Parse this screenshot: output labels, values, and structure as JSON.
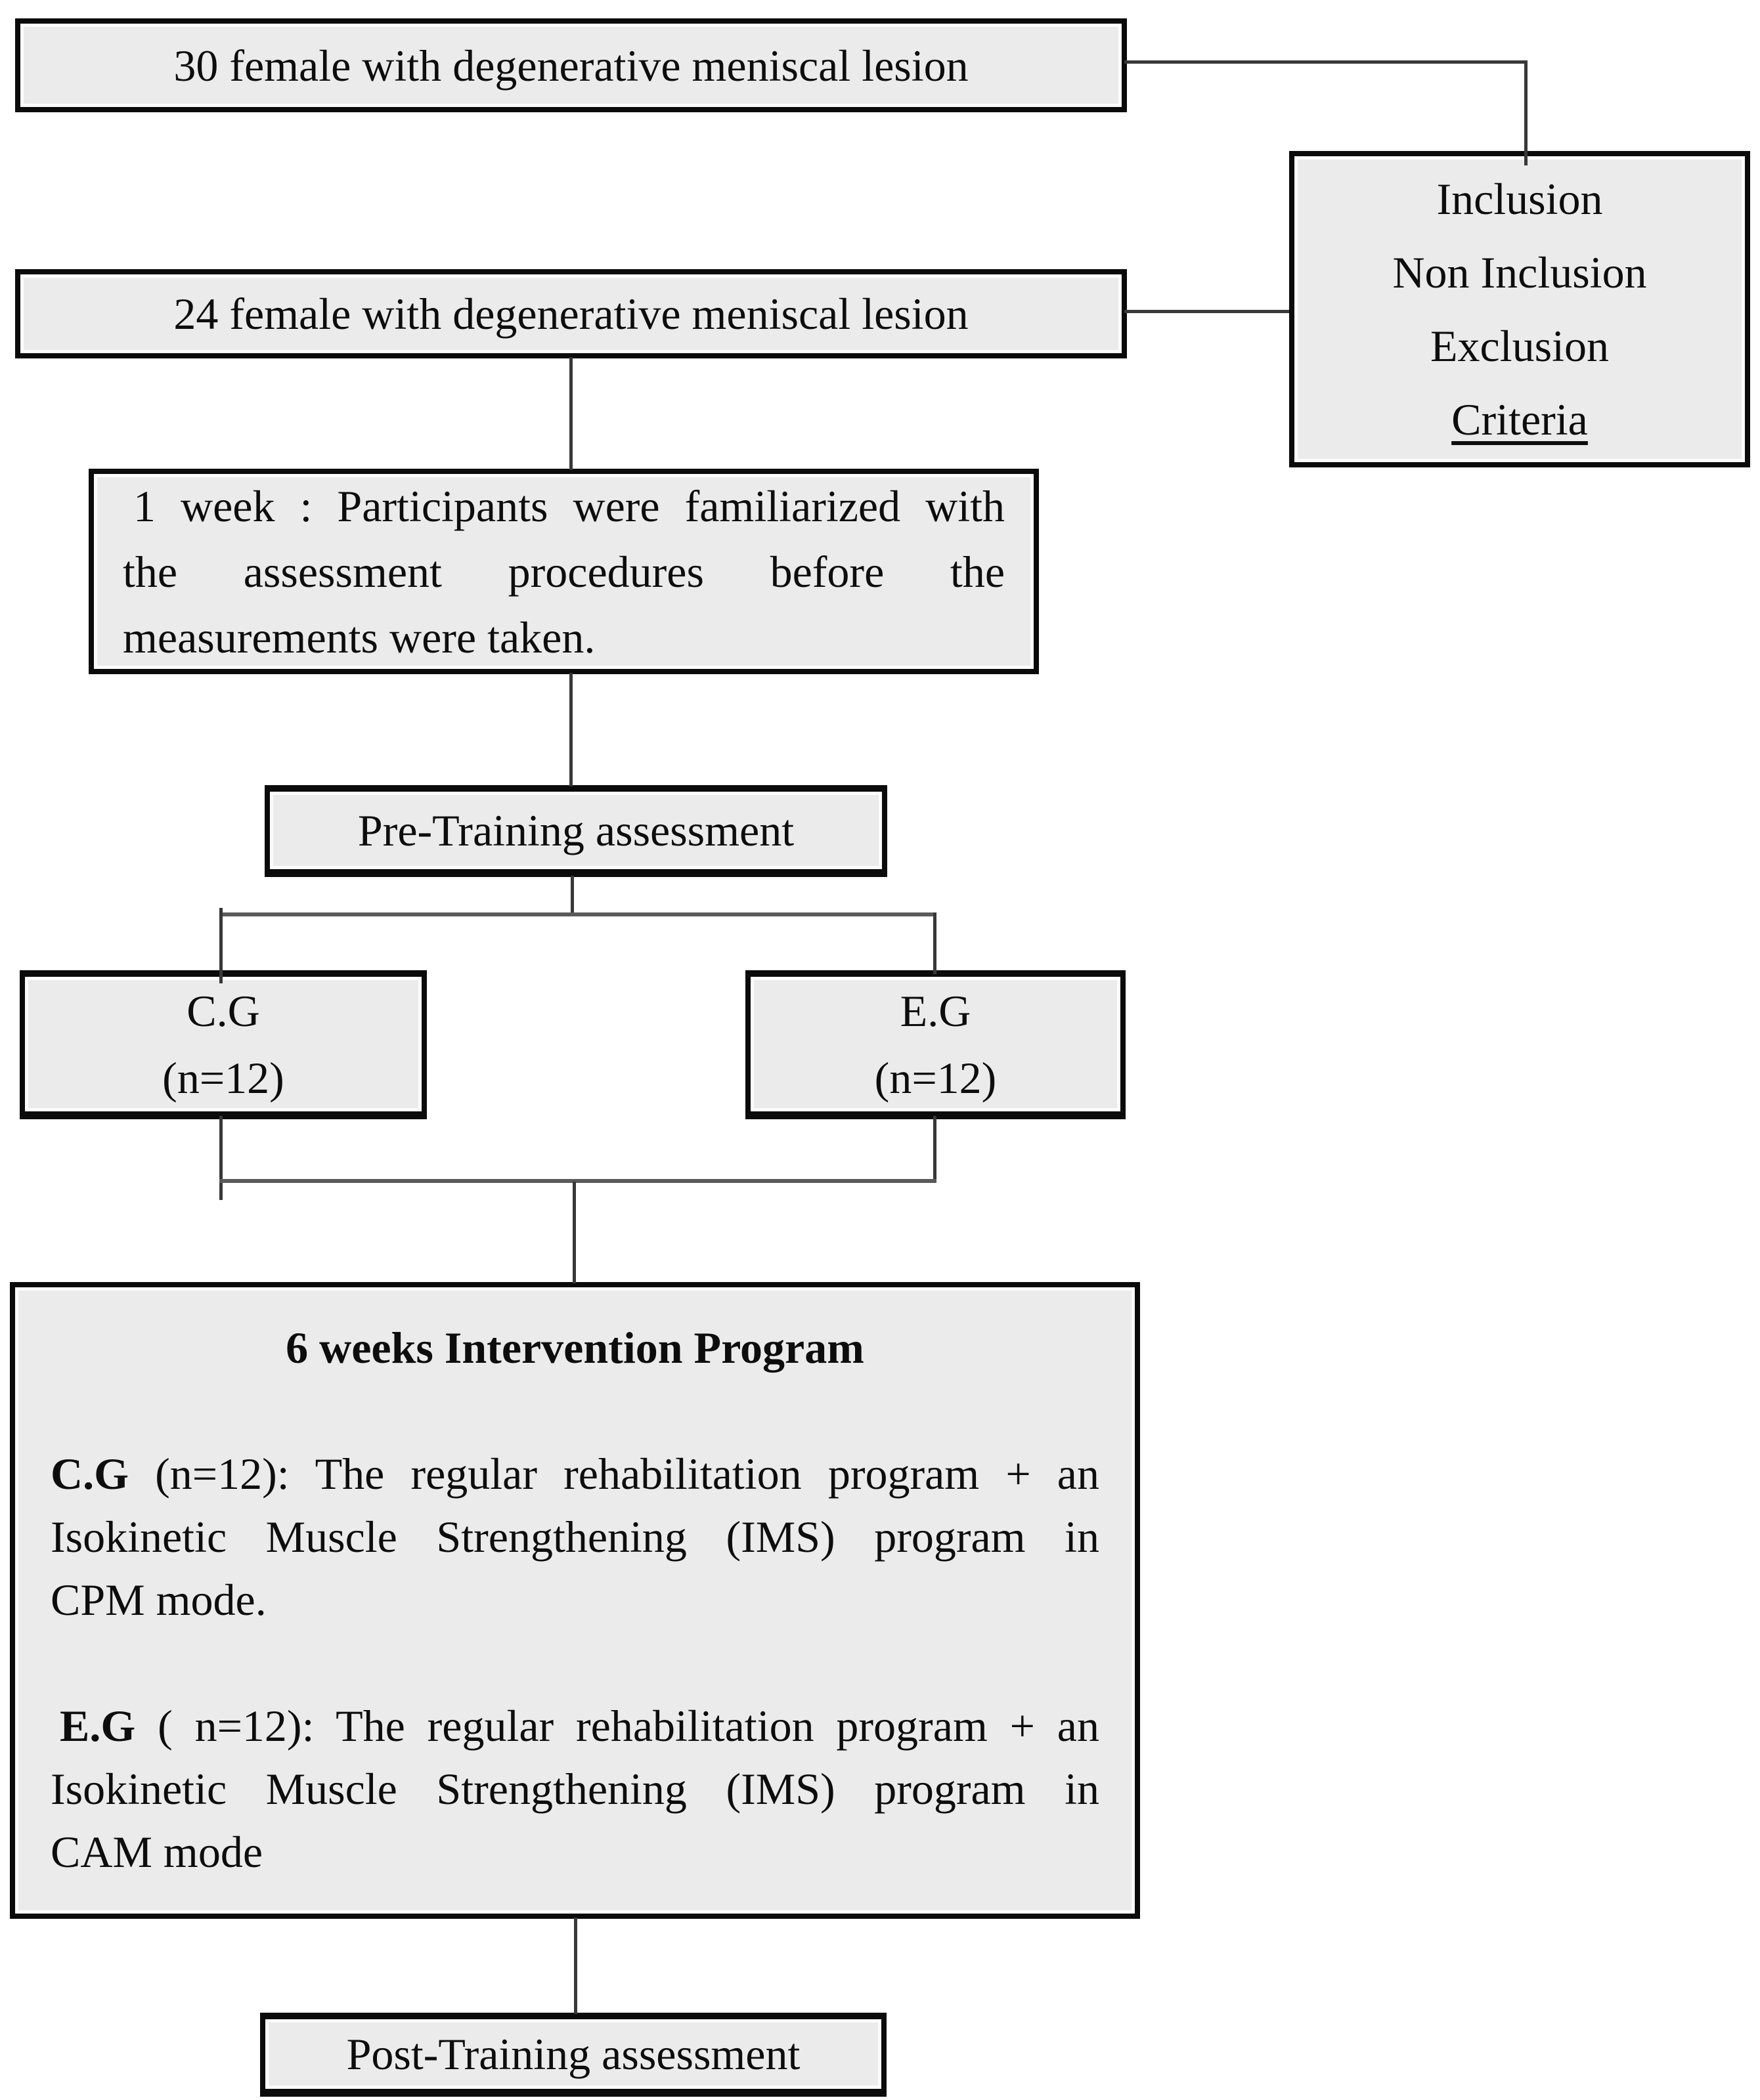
{
  "figure": {
    "type": "study-flowchart",
    "background_color": "#ffffff",
    "box_fill_color": "#ebebeb",
    "box_border_color": "#0b0b0b",
    "connector_color": "#383838",
    "rail_color": "#5a5a5a",
    "text_color": "#0d0d0d"
  },
  "nodes": {
    "enrolled": {
      "label": "30 female with degenerative meniscal lesion"
    },
    "criteria": {
      "lines": [
        "Inclusion",
        "Non Inclusion",
        "Exclusion",
        "Criteria"
      ]
    },
    "included": {
      "label": "24 female with degenerative meniscal lesion"
    },
    "familiarization": {
      "lines": [
        "1 week : Participants were familiarized with",
        "the assessment procedures before the",
        "measurements were taken."
      ]
    },
    "pre_training": {
      "label": "Pre-Training assessment"
    },
    "control_group": {
      "name": "C.G",
      "size": "(n=12)"
    },
    "experimental_group": {
      "name": "E.G",
      "size": "(n=12)"
    },
    "intervention": {
      "title": "6 weeks Intervention Program",
      "cg_lead": "C.G",
      "cg_line1_rest": " (n=12): The regular rehabilitation program + an",
      "cg_line2": "Isokinetic Muscle Strengthening (IMS) program in",
      "cg_line3": "CPM mode.",
      "eg_lead": "E.G",
      "eg_line1_rest": " ( n=12): The regular rehabilitation program + an",
      "eg_line2": "Isokinetic Muscle Strengthening (IMS) program in",
      "eg_line3": "CAM mode"
    },
    "post_training": {
      "label": "Post-Training assessment"
    }
  }
}
